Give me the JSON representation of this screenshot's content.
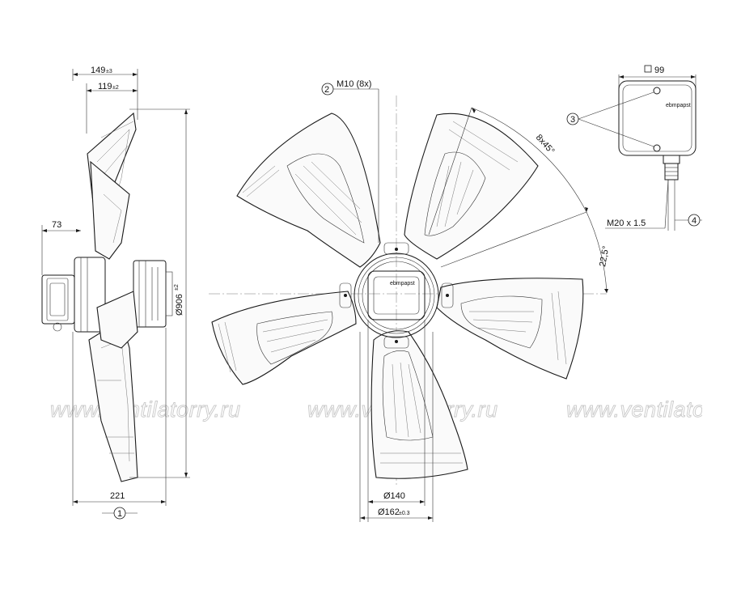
{
  "dimensions": {
    "side_width_total": "149",
    "side_width_total_tol": "±3",
    "side_width_inner": "119",
    "side_width_inner_tol": "±2",
    "hub_protrusion": "73",
    "diameter": "Ø906",
    "diameter_tol": "±2",
    "overall_depth": "221",
    "hub_diameter_inner": "Ø140",
    "hub_diameter_outer": "Ø162",
    "hub_diameter_outer_tol": "±0.3",
    "bolt_thread": "M10 (8x)",
    "bolt_angle": "8x45°",
    "offset_angle": "22,5°",
    "box_size": "99",
    "cable_gland": "M20 x 1.5"
  },
  "callouts": [
    "1",
    "2",
    "3",
    "4"
  ],
  "watermark": "www.ventilatorry.ru",
  "brand_mark": "ebmpapst",
  "label_plate_text": "ebmpapst",
  "colors": {
    "line": "#1a1a1a",
    "watermark": "#c9c9c9",
    "background": "#ffffff"
  }
}
